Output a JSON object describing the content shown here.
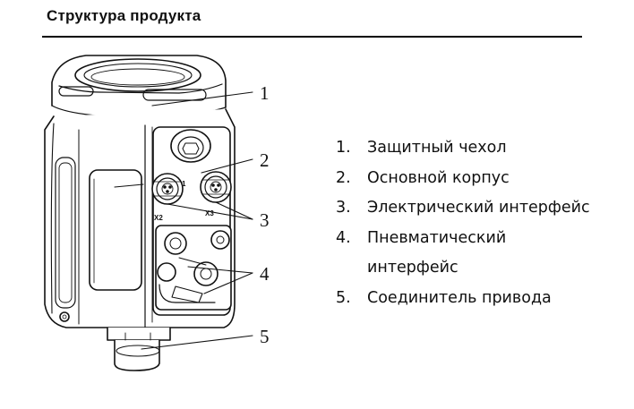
{
  "header": {
    "title": "Структура продукта"
  },
  "figure": {
    "callouts": [
      "1",
      "2",
      "3",
      "4",
      "5"
    ],
    "port_labels": {
      "x2": "X2",
      "x3": "X3",
      "x1": "1"
    }
  },
  "legend": {
    "items": [
      {
        "num": "1.",
        "text": "Защитный чехол"
      },
      {
        "num": "2.",
        "text": "Основной корпус"
      },
      {
        "num": "3.",
        "text": "Электрический интерфейс"
      },
      {
        "num": "4.",
        "text": "Пневматический",
        "text_cont": "интерфейс"
      },
      {
        "num": "5.",
        "text": "Соединитель привода"
      }
    ]
  }
}
